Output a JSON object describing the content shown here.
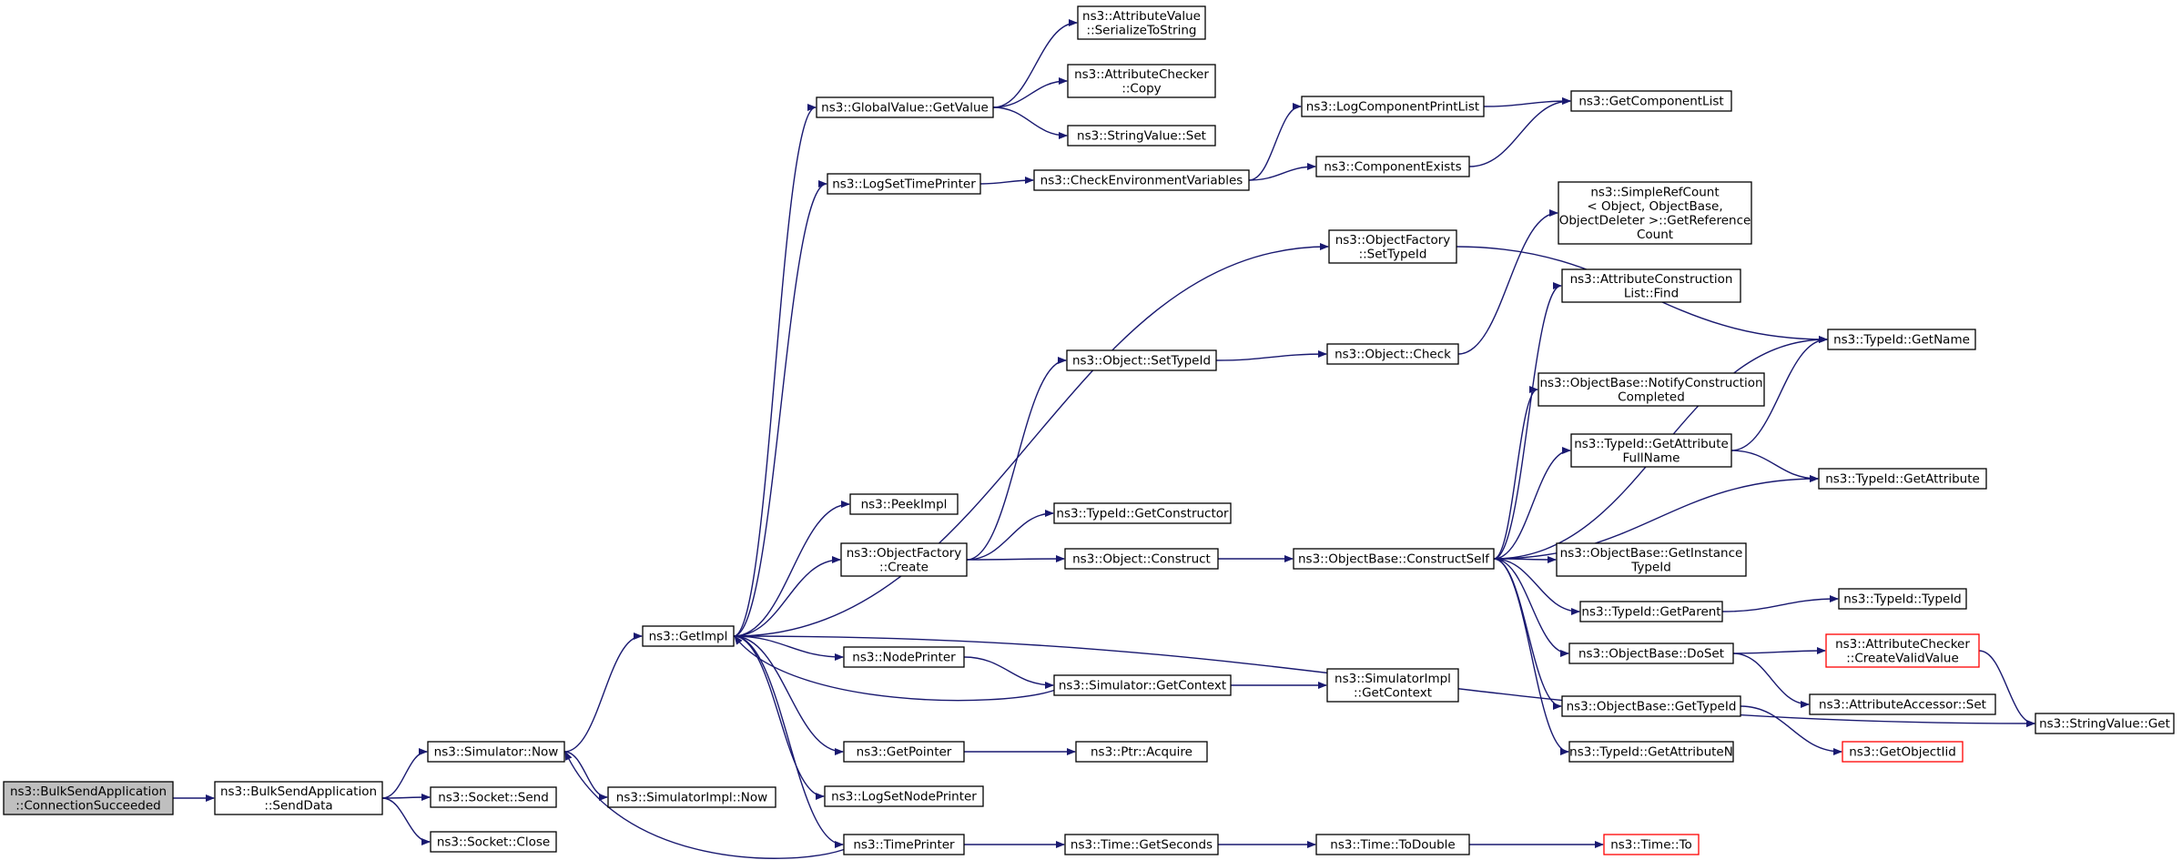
{
  "nodes": [
    {
      "id": "bsa_cs",
      "lines": [
        "ns3::BulkSendApplication",
        "::ConnectionSucceeded"
      ],
      "style": "root"
    },
    {
      "id": "bsa_sd",
      "lines": [
        "ns3::BulkSendApplication",
        "::SendData"
      ]
    },
    {
      "id": "sim_now",
      "lines": [
        "ns3::Simulator::Now"
      ]
    },
    {
      "id": "sock_send",
      "lines": [
        "ns3::Socket::Send"
      ]
    },
    {
      "id": "sock_close",
      "lines": [
        "ns3::Socket::Close"
      ]
    },
    {
      "id": "getimpl",
      "lines": [
        "ns3::GetImpl"
      ]
    },
    {
      "id": "simimpl_now",
      "lines": [
        "ns3::SimulatorImpl::Now"
      ]
    },
    {
      "id": "gv_getvalue",
      "lines": [
        "ns3::GlobalValue::GetValue"
      ]
    },
    {
      "id": "logsettp",
      "lines": [
        "ns3::LogSetTimePrinter"
      ]
    },
    {
      "id": "peekimpl",
      "lines": [
        "ns3::PeekImpl"
      ]
    },
    {
      "id": "of_create",
      "lines": [
        "ns3::ObjectFactory",
        "::Create"
      ]
    },
    {
      "id": "nodeprinter",
      "lines": [
        "ns3::NodePrinter"
      ]
    },
    {
      "id": "getpointer",
      "lines": [
        "ns3::GetPointer"
      ]
    },
    {
      "id": "logsetnp",
      "lines": [
        "ns3::LogSetNodePrinter"
      ]
    },
    {
      "id": "timeprinter",
      "lines": [
        "ns3::TimePrinter"
      ]
    },
    {
      "id": "av_sts",
      "lines": [
        "ns3::AttributeValue",
        "::SerializeToString"
      ]
    },
    {
      "id": "ac_copy",
      "lines": [
        "ns3::AttributeChecker",
        "::Copy"
      ]
    },
    {
      "id": "sv_set",
      "lines": [
        "ns3::StringValue::Set"
      ]
    },
    {
      "id": "checkenv",
      "lines": [
        "ns3::CheckEnvironmentVariables"
      ]
    },
    {
      "id": "of_settypeid",
      "lines": [
        "ns3::ObjectFactory",
        "::SetTypeId"
      ]
    },
    {
      "id": "obj_settypeid",
      "lines": [
        "ns3::Object::SetTypeId"
      ]
    },
    {
      "id": "tid_getctor",
      "lines": [
        "ns3::TypeId::GetConstructor"
      ]
    },
    {
      "id": "obj_construct",
      "lines": [
        "ns3::Object::Construct"
      ]
    },
    {
      "id": "sim_getctx",
      "lines": [
        "ns3::Simulator::GetContext"
      ]
    },
    {
      "id": "ptr_acquire",
      "lines": [
        "ns3::Ptr::Acquire"
      ]
    },
    {
      "id": "time_getsec",
      "lines": [
        "ns3::Time::GetSeconds"
      ]
    },
    {
      "id": "logcpl",
      "lines": [
        "ns3::LogComponentPrintList"
      ]
    },
    {
      "id": "compexists",
      "lines": [
        "ns3::ComponentExists"
      ]
    },
    {
      "id": "obj_check",
      "lines": [
        "ns3::Object::Check"
      ]
    },
    {
      "id": "ob_cs",
      "lines": [
        "ns3::ObjectBase::ConstructSelf"
      ]
    },
    {
      "id": "simimpl_getctx",
      "lines": [
        "ns3::SimulatorImpl",
        "::GetContext"
      ]
    },
    {
      "id": "time_todouble",
      "lines": [
        "ns3::Time::ToDouble"
      ]
    },
    {
      "id": "getcomplist",
      "lines": [
        "ns3::GetComponentList"
      ]
    },
    {
      "id": "src_getref",
      "lines": [
        "ns3::SimpleRefCount",
        "< Object, ObjectBase,",
        "ObjectDeleter >::GetReference",
        "Count"
      ]
    },
    {
      "id": "acl_find",
      "lines": [
        "ns3::AttributeConstruction",
        "List::Find"
      ]
    },
    {
      "id": "ob_notify",
      "lines": [
        "ns3::ObjectBase::NotifyConstruction",
        "Completed"
      ]
    },
    {
      "id": "tid_getattrfull",
      "lines": [
        "ns3::TypeId::GetAttribute",
        "FullName"
      ]
    },
    {
      "id": "ob_getinstance",
      "lines": [
        "ns3::ObjectBase::GetInstance",
        "TypeId"
      ]
    },
    {
      "id": "tid_getparent",
      "lines": [
        "ns3::TypeId::GetParent"
      ]
    },
    {
      "id": "ob_doset",
      "lines": [
        "ns3::ObjectBase::DoSet"
      ]
    },
    {
      "id": "ob_gettypeid",
      "lines": [
        "ns3::ObjectBase::GetTypeId"
      ]
    },
    {
      "id": "tid_getattrn",
      "lines": [
        "ns3::TypeId::GetAttributeN"
      ]
    },
    {
      "id": "time_to",
      "lines": [
        "ns3::Time::To"
      ],
      "style": "red"
    },
    {
      "id": "tid_getname",
      "lines": [
        "ns3::TypeId::GetName"
      ]
    },
    {
      "id": "tid_getattr",
      "lines": [
        "ns3::TypeId::GetAttribute"
      ]
    },
    {
      "id": "tid_typeid",
      "lines": [
        "ns3::TypeId::TypeId"
      ]
    },
    {
      "id": "ac_createvalid",
      "lines": [
        "ns3::AttributeChecker",
        "::CreateValidValue"
      ],
      "style": "red"
    },
    {
      "id": "aa_set",
      "lines": [
        "ns3::AttributeAccessor::Set"
      ]
    },
    {
      "id": "getobjectiid",
      "lines": [
        "ns3::GetObjectIid"
      ],
      "style": "red"
    },
    {
      "id": "sv_get",
      "lines": [
        "ns3::StringValue::Get"
      ]
    }
  ],
  "edges": [
    [
      "bsa_cs",
      "bsa_sd"
    ],
    [
      "bsa_sd",
      "sim_now"
    ],
    [
      "bsa_sd",
      "sock_send"
    ],
    [
      "bsa_sd",
      "sock_close"
    ],
    [
      "sim_now",
      "getimpl"
    ],
    [
      "sim_now",
      "simimpl_now"
    ],
    [
      "getimpl",
      "gv_getvalue"
    ],
    [
      "getimpl",
      "logsettp"
    ],
    [
      "getimpl",
      "of_settypeid"
    ],
    [
      "getimpl",
      "peekimpl"
    ],
    [
      "getimpl",
      "of_create"
    ],
    [
      "getimpl",
      "nodeprinter"
    ],
    [
      "getimpl",
      "getpointer"
    ],
    [
      "getimpl",
      "logsetnp"
    ],
    [
      "getimpl",
      "timeprinter"
    ],
    [
      "getimpl",
      "sv_get"
    ],
    [
      "gv_getvalue",
      "av_sts"
    ],
    [
      "gv_getvalue",
      "ac_copy"
    ],
    [
      "gv_getvalue",
      "sv_set"
    ],
    [
      "logsettp",
      "checkenv"
    ],
    [
      "checkenv",
      "logcpl"
    ],
    [
      "checkenv",
      "compexists"
    ],
    [
      "logcpl",
      "getcomplist"
    ],
    [
      "compexists",
      "getcomplist"
    ],
    [
      "of_settypeid",
      "tid_getname"
    ],
    [
      "of_create",
      "obj_settypeid"
    ],
    [
      "of_create",
      "tid_getctor"
    ],
    [
      "of_create",
      "obj_construct"
    ],
    [
      "obj_settypeid",
      "obj_check"
    ],
    [
      "obj_check",
      "src_getref"
    ],
    [
      "obj_construct",
      "ob_cs"
    ],
    [
      "ob_cs",
      "acl_find"
    ],
    [
      "ob_cs",
      "tid_getname"
    ],
    [
      "ob_cs",
      "ob_notify"
    ],
    [
      "ob_cs",
      "tid_getattrfull"
    ],
    [
      "ob_cs",
      "tid_getattr"
    ],
    [
      "ob_cs",
      "ob_getinstance"
    ],
    [
      "ob_cs",
      "tid_getparent"
    ],
    [
      "ob_cs",
      "ob_doset"
    ],
    [
      "ob_cs",
      "ob_gettypeid"
    ],
    [
      "ob_cs",
      "tid_getattrn"
    ],
    [
      "tid_getattrfull",
      "tid_getname"
    ],
    [
      "tid_getattrfull",
      "tid_getattr"
    ],
    [
      "tid_getparent",
      "tid_typeid"
    ],
    [
      "ob_doset",
      "ac_createvalid"
    ],
    [
      "ob_doset",
      "aa_set"
    ],
    [
      "ac_createvalid",
      "sv_get"
    ],
    [
      "ob_gettypeid",
      "getobjectiid"
    ],
    [
      "nodeprinter",
      "sim_getctx"
    ],
    [
      "sim_getctx",
      "getimpl"
    ],
    [
      "sim_getctx",
      "simimpl_getctx"
    ],
    [
      "getpointer",
      "ptr_acquire"
    ],
    [
      "timeprinter",
      "sim_now"
    ],
    [
      "timeprinter",
      "time_getsec"
    ],
    [
      "time_getsec",
      "time_todouble"
    ],
    [
      "time_todouble",
      "time_to"
    ]
  ]
}
